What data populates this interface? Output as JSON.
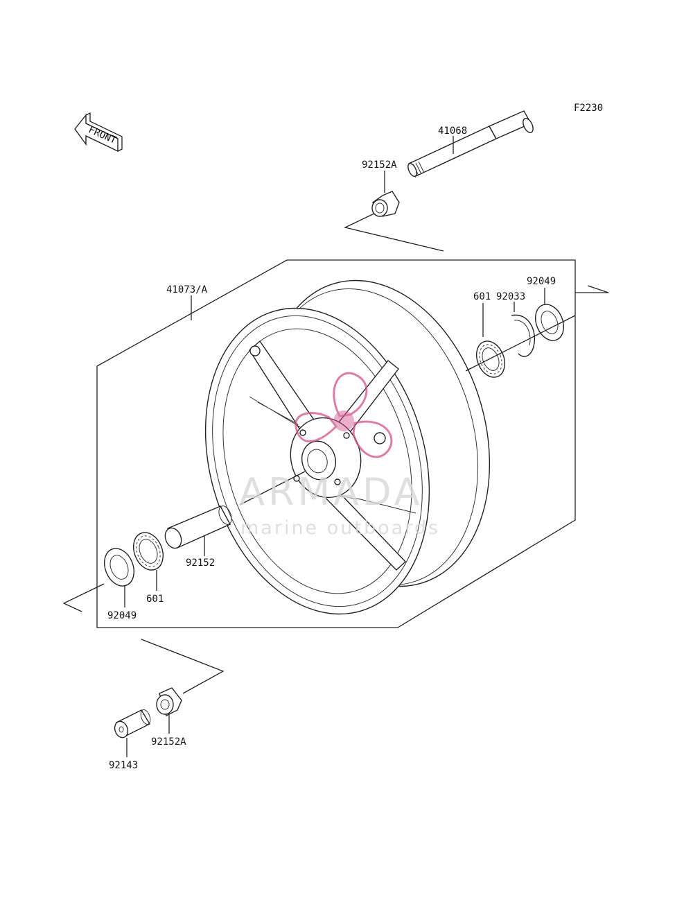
{
  "diagram": {
    "figure_code": "F2230",
    "front_label": "FRONT",
    "parts": {
      "axle": "41068",
      "collar_upper": "92152A",
      "wheel": "41073/A",
      "seal_right": "92049",
      "circlip": "92033",
      "bearing_right": "601",
      "spacer": "92152",
      "bearing_left": "601",
      "seal_left": "92049",
      "collar_lower": "92152A",
      "sleeve": "92143"
    }
  },
  "watermark": {
    "brand": "ARMADA",
    "tagline": "marine outboards",
    "logo_color": "#d44f8a",
    "text_color": "#d7d7d7"
  },
  "colors": {
    "line": "#222222",
    "background": "#ffffff"
  }
}
